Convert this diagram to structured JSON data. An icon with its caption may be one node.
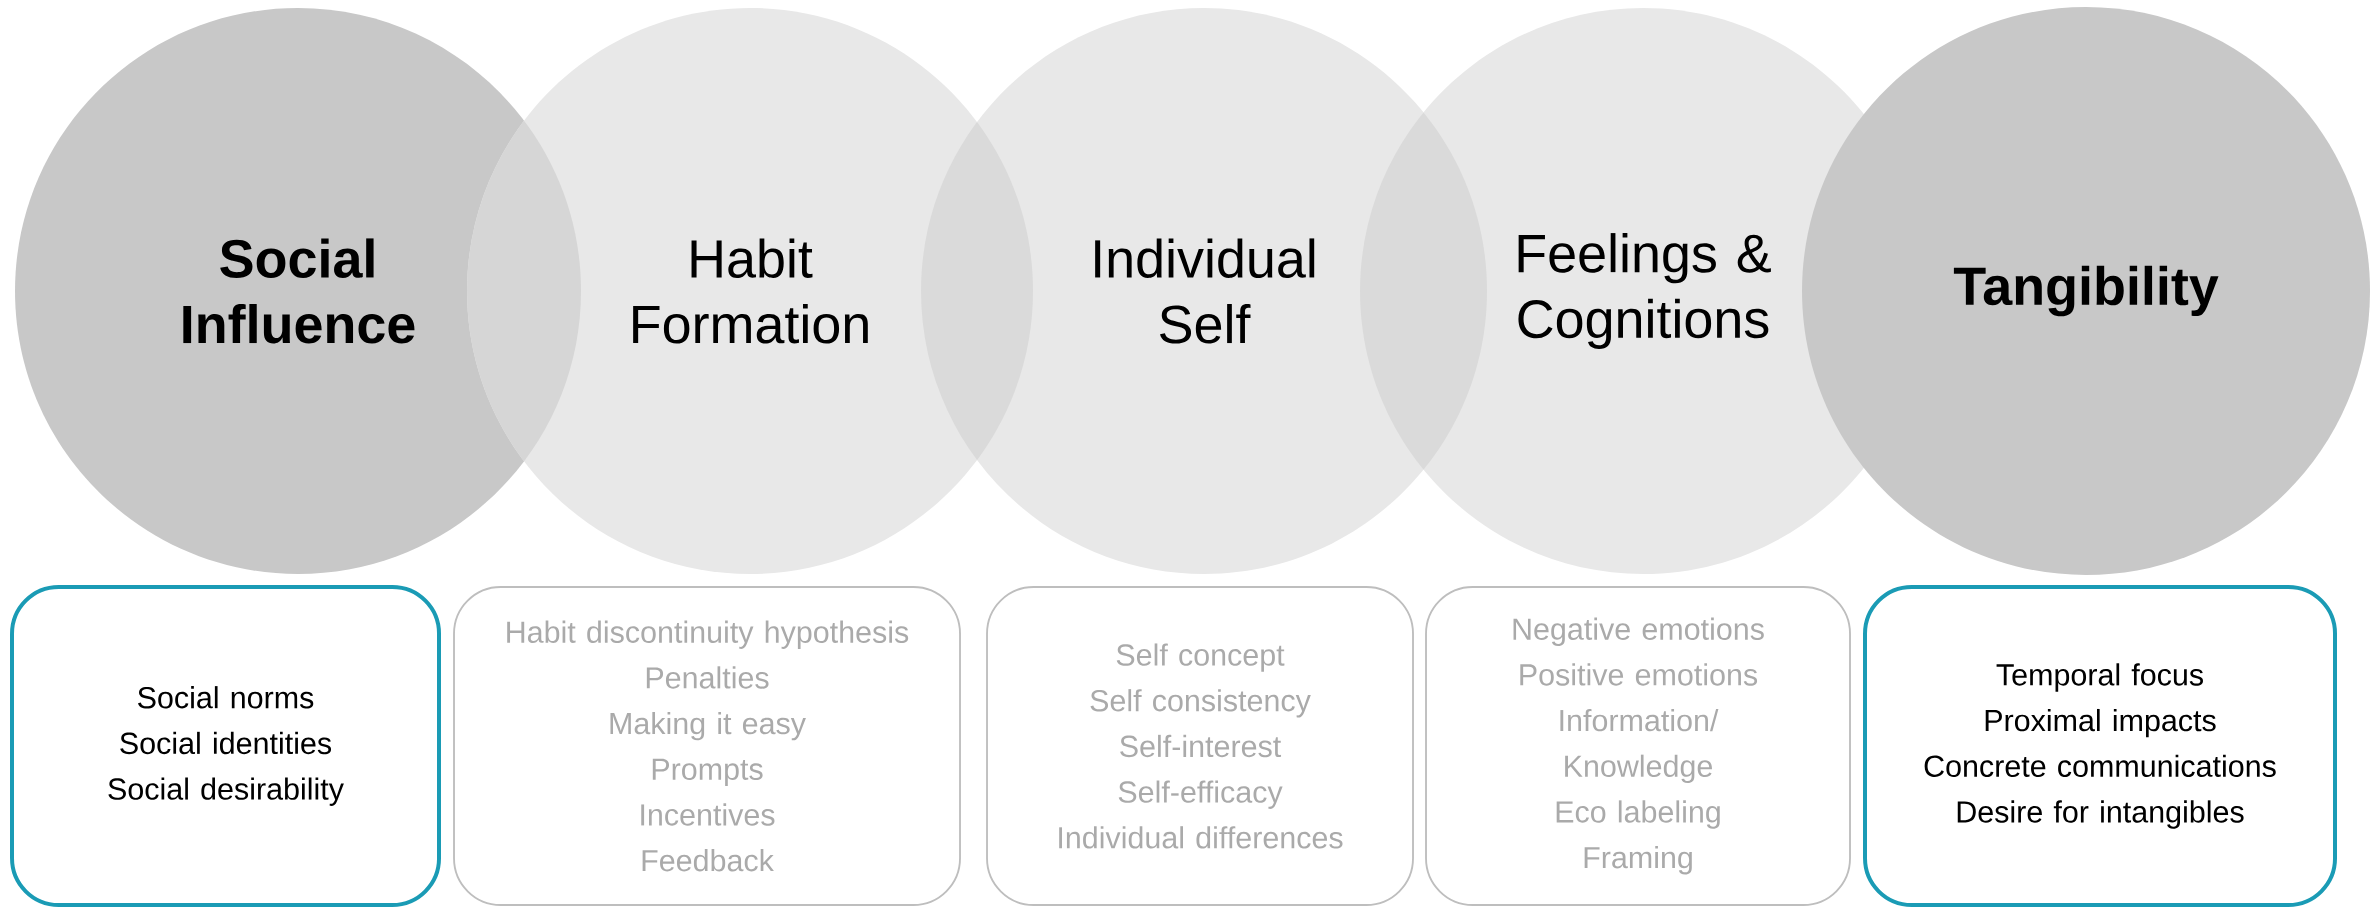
{
  "diagram": {
    "nodes": [
      {
        "text": [
          "Social Influence"
        ]
      },
      {
        "text": [
          "Habit Formation"
        ]
      },
      {
        "text": [
          "Individual Self"
        ]
      },
      {
        "text": [
          "Feelings & Cognitions"
        ]
      },
      {
        "text": [
          "Tangibility"
        ]
      },
      {
        "text": [
          "Social norms",
          "Social identities",
          "Social desirability"
        ]
      },
      {
        "text": [
          "Habit discontinuity hypothesis",
          "Penalties",
          "Making it easy",
          "Prompts",
          "Incentives",
          "Feedback"
        ]
      },
      {
        "text": [
          "Self concept",
          "Self consistency",
          "Self-interest",
          "Self-efficacy",
          "Individual differences"
        ]
      },
      {
        "text": [
          "Negative emotions",
          "Positive emotions",
          "Information/ Knowledge",
          "Eco labeling",
          "Framing"
        ]
      },
      {
        "text": [
          "Temporal focus",
          "Proximal impacts",
          "Concrete communications",
          "Desire for intangibles"
        ]
      }
    ]
  }
}
